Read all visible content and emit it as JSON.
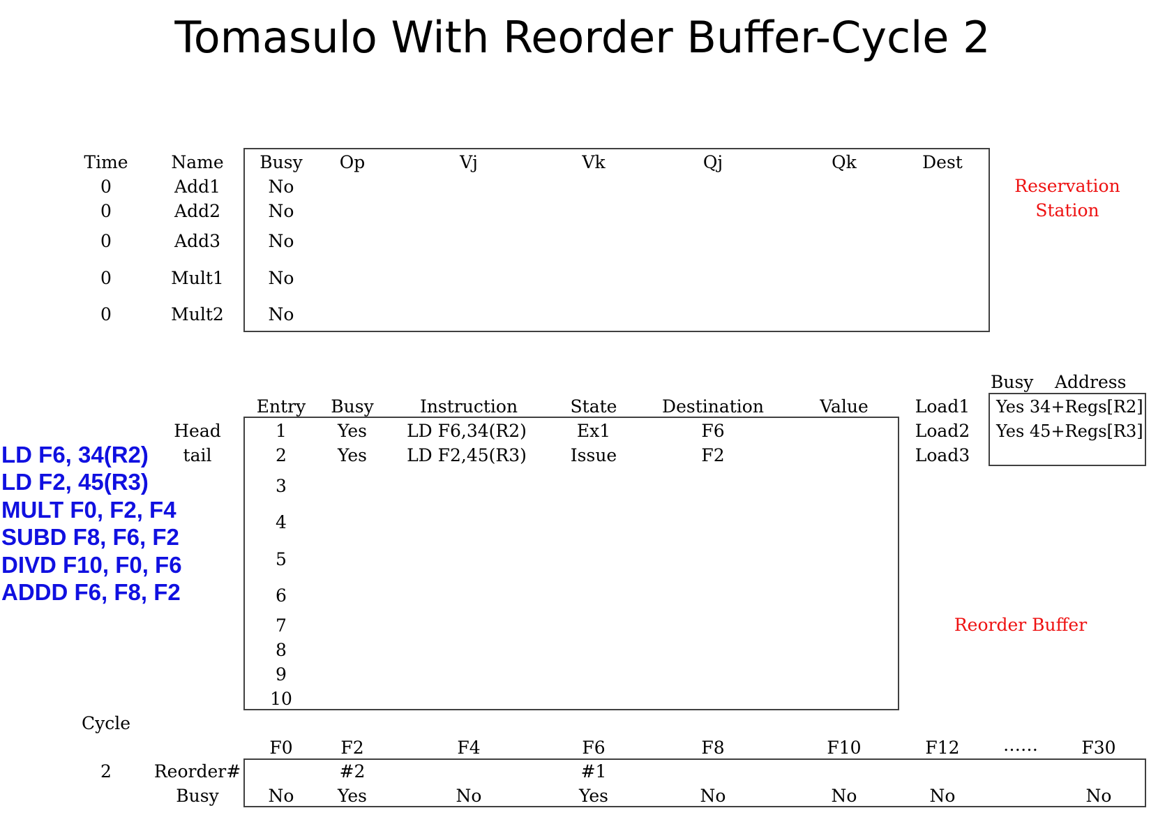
{
  "title": "Tomasulo With Reorder Buffer-Cycle 2",
  "reservation_station": {
    "label_line1": "Reservation",
    "label_line2": "Station",
    "headers": {
      "time": "Time",
      "name": "Name",
      "busy": "Busy",
      "op": "Op",
      "vj": "Vj",
      "vk": "Vk",
      "qj": "Qj",
      "qk": "Qk",
      "dest": "Dest"
    },
    "rows": [
      {
        "time": "0",
        "name": "Add1",
        "busy": "No"
      },
      {
        "time": "0",
        "name": "Add2",
        "busy": "No"
      },
      {
        "time": "0",
        "name": "Add3",
        "busy": "No"
      },
      {
        "time": "0",
        "name": "Mult1",
        "busy": "No"
      },
      {
        "time": "0",
        "name": "Mult2",
        "busy": "No"
      }
    ]
  },
  "program": [
    "LD F6, 34(R2)",
    "LD F2, 45(R3)",
    "MULT F0, F2, F4",
    "SUBD F8, F6, F2",
    "DIVD F10, F0, F6",
    "ADDD F6, F8, F2"
  ],
  "rob": {
    "label": "Reorder Buffer",
    "head_label": "Head",
    "tail_label": "tail",
    "headers": {
      "entry": "Entry",
      "busy": "Busy",
      "instruction": "Instruction",
      "state": "State",
      "destination": "Destination",
      "value": "Value"
    },
    "rows": [
      {
        "entry": "1",
        "busy": "Yes",
        "instruction": "LD F6,34(R2)",
        "state": "Ex1",
        "destination": "F6"
      },
      {
        "entry": "2",
        "busy": "Yes",
        "instruction": "LD F2,45(R3)",
        "state": "Issue",
        "destination": "F2"
      },
      {
        "entry": "3"
      },
      {
        "entry": "4"
      },
      {
        "entry": "5"
      },
      {
        "entry": "6"
      },
      {
        "entry": "7"
      },
      {
        "entry": "8"
      },
      {
        "entry": "9"
      },
      {
        "entry": "10"
      }
    ]
  },
  "load_buffers": {
    "headers": {
      "busy": "Busy",
      "address": "Address"
    },
    "rows": [
      {
        "name": "Load1",
        "value": "Yes 34+Regs[R2]"
      },
      {
        "name": "Load2",
        "value": "Yes 45+Regs[R3]"
      },
      {
        "name": "Load3",
        "value": ""
      }
    ]
  },
  "register_status": {
    "cycle_label": "Cycle",
    "cycle_value": "2",
    "reorder_label": "Reorder#",
    "busy_label": "Busy",
    "ellipsis": "……",
    "registers": [
      {
        "name": "F0",
        "reorder": "",
        "busy": "No"
      },
      {
        "name": "F2",
        "reorder": "#2",
        "busy": "Yes"
      },
      {
        "name": "F4",
        "reorder": "",
        "busy": "No"
      },
      {
        "name": "F6",
        "reorder": "#1",
        "busy": "Yes"
      },
      {
        "name": "F8",
        "reorder": "",
        "busy": "No"
      },
      {
        "name": "F10",
        "reorder": "",
        "busy": "No"
      },
      {
        "name": "F12",
        "reorder": "",
        "busy": "No"
      },
      {
        "name": "F30",
        "reorder": "",
        "busy": "No"
      }
    ]
  }
}
